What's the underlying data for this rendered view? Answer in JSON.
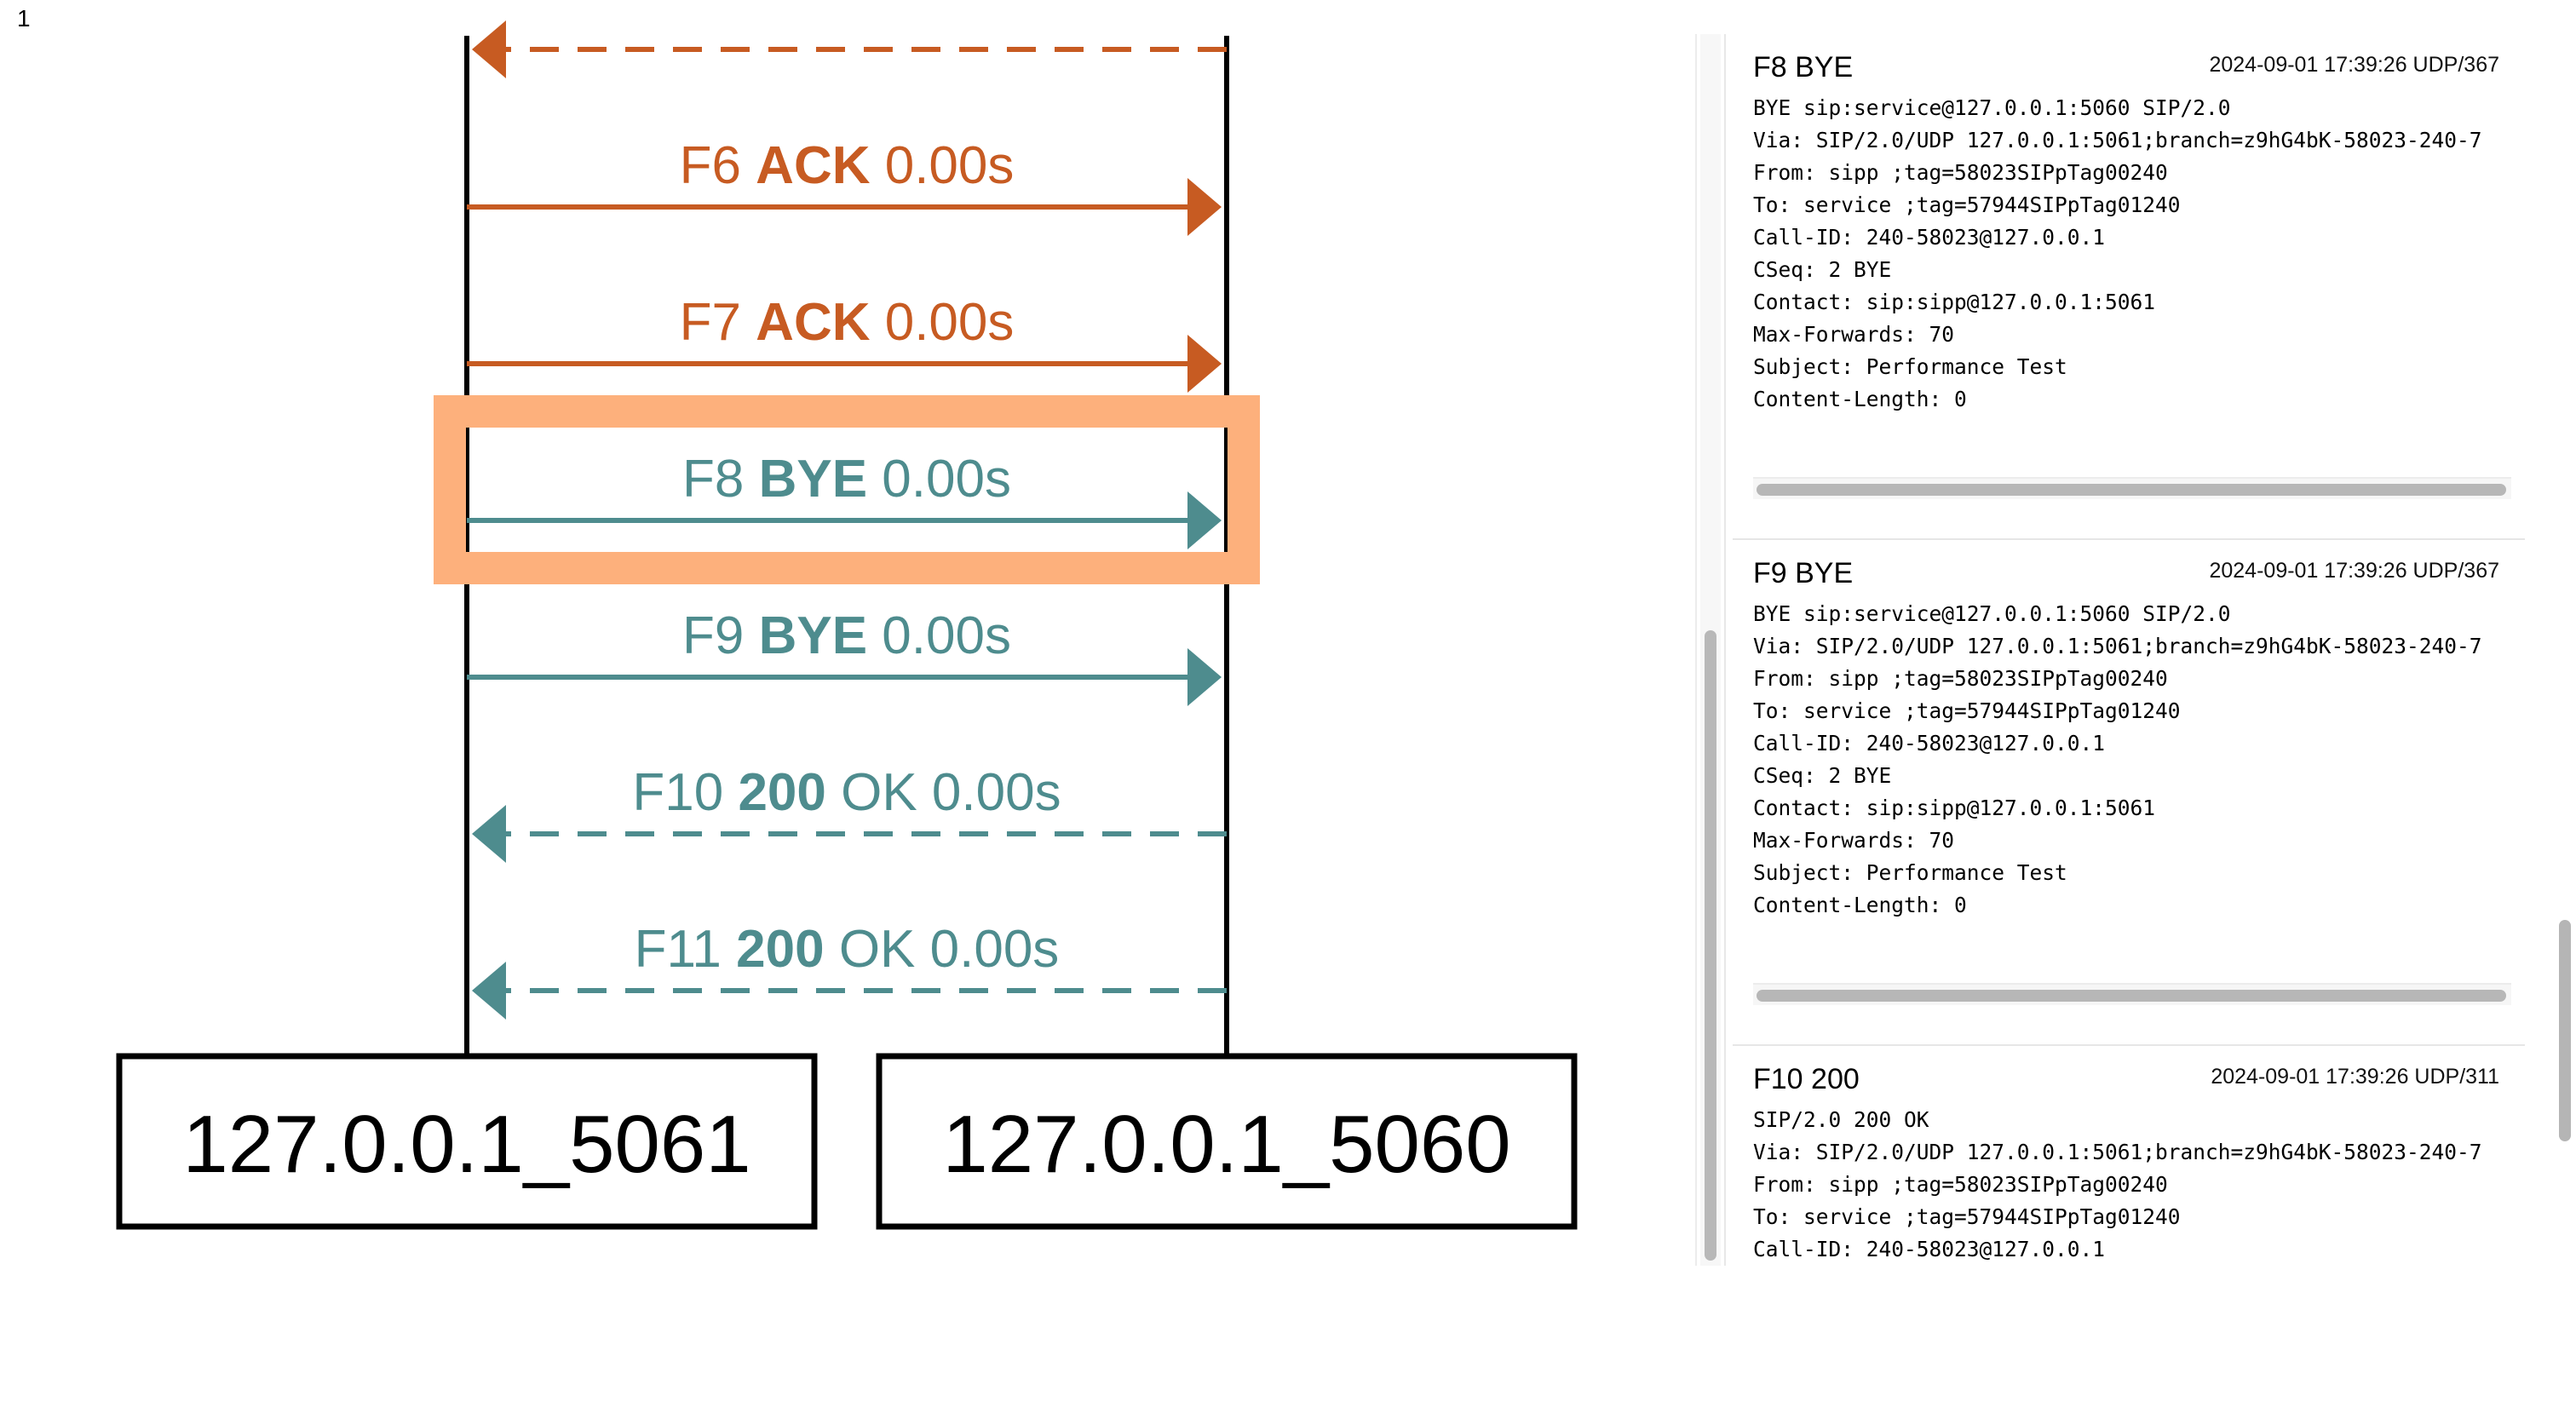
{
  "page_number": "1",
  "colors": {
    "ack": "#c75b22",
    "bye": "#4e8c8e",
    "highlight": "#fdb07c",
    "lifeline": "#000000"
  },
  "diagram": {
    "participants": [
      {
        "name": "127.0.0.1_5061"
      },
      {
        "name": "127.0.0.1_5060"
      }
    ],
    "messages": [
      {
        "id": "F6",
        "method": "ACK",
        "time": "0.00s",
        "direction": "right",
        "style": "solid",
        "color": "ack",
        "highlighted": false
      },
      {
        "id": "F7",
        "method": "ACK",
        "time": "0.00s",
        "direction": "right",
        "style": "solid",
        "color": "ack",
        "highlighted": false
      },
      {
        "id": "F8",
        "method": "BYE",
        "time": "0.00s",
        "direction": "right",
        "style": "solid",
        "color": "bye",
        "highlighted": true
      },
      {
        "id": "F9",
        "method": "BYE",
        "time": "0.00s",
        "direction": "right",
        "style": "solid",
        "color": "bye",
        "highlighted": false
      },
      {
        "id": "F10",
        "method": "200",
        "suffix": "OK",
        "time": "0.00s",
        "direction": "left",
        "style": "dashed",
        "color": "bye",
        "highlighted": false
      },
      {
        "id": "F11",
        "method": "200",
        "suffix": "OK",
        "time": "0.00s",
        "direction": "left",
        "style": "dashed",
        "color": "bye",
        "highlighted": false
      }
    ],
    "top_partial_arrow": {
      "direction": "left",
      "style": "dashed",
      "color": "ack"
    }
  },
  "panel": {
    "entries": [
      {
        "title": "F8 BYE",
        "meta": "2024-09-01 17:39:26 UDP/367",
        "lines": [
          "BYE sip:service@127.0.0.1:5060 SIP/2.0",
          "Via: SIP/2.0/UDP 127.0.0.1:5061;branch=z9hG4bK-58023-240-7",
          "From: sipp ;tag=58023SIPpTag00240",
          "To: service ;tag=57944SIPpTag01240",
          "Call-ID: 240-58023@127.0.0.1",
          "CSeq: 2 BYE",
          "Contact: sip:sipp@127.0.0.1:5061",
          "Max-Forwards: 70",
          "Subject: Performance Test",
          "Content-Length: 0"
        ]
      },
      {
        "title": "F9 BYE",
        "meta": "2024-09-01 17:39:26 UDP/367",
        "lines": [
          "BYE sip:service@127.0.0.1:5060 SIP/2.0",
          "Via: SIP/2.0/UDP 127.0.0.1:5061;branch=z9hG4bK-58023-240-7",
          "From: sipp ;tag=58023SIPpTag00240",
          "To: service ;tag=57944SIPpTag01240",
          "Call-ID: 240-58023@127.0.0.1",
          "CSeq: 2 BYE",
          "Contact: sip:sipp@127.0.0.1:5061",
          "Max-Forwards: 70",
          "Subject: Performance Test",
          "Content-Length: 0"
        ]
      },
      {
        "title": "F10 200",
        "meta": "2024-09-01 17:39:26 UDP/311",
        "lines": [
          "SIP/2.0 200 OK",
          "Via: SIP/2.0/UDP 127.0.0.1:5061;branch=z9hG4bK-58023-240-7",
          "From: sipp ;tag=58023SIPpTag00240",
          "To: service ;tag=57944SIPpTag01240",
          "Call-ID: 240-58023@127.0.0.1"
        ]
      }
    ]
  }
}
